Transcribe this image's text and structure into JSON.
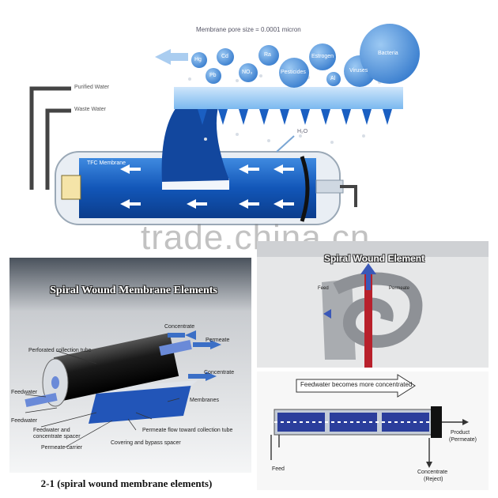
{
  "top": {
    "pore_size": "Membrane pore size = 0.0001 micron",
    "purified_water": "Purified Water",
    "waste_water": "Waste Water",
    "tfc_membrane": "TFC Membrane",
    "h2o": "H₂O",
    "contaminants": [
      "Hg",
      "Cd",
      "Ra",
      "Pb",
      "NO₃",
      "Pesticides",
      "Estrogen",
      "Al",
      "Viruses",
      "Bacteria"
    ]
  },
  "watermark": "trade.china.cn",
  "panel1": {
    "title": "Spiral Wound Membrane Elements",
    "labels": {
      "concentrate_top": "Concentrate",
      "permeate": "Permeate",
      "perforated": "Perforated collection tube",
      "concentrate_right": "Concentrate",
      "feedwater": "Feedwater",
      "feedwater2": "Feedwater",
      "membranes": "Membranes",
      "feed_spacer": "Feedwater and\nconcentrate spacer",
      "permeate_flow": "Permeate flow toward collection tube",
      "covering": "Covering and bypass spacer",
      "permeate_carrier": "Permeate carrier"
    },
    "caption": "2-1 (spiral wound membrane elements)"
  },
  "panel2": {
    "title": "Spiral Wound Element",
    "feed": "Feed",
    "permeate": "Permeate"
  },
  "panel3": {
    "banner": "Feedwater becomes more concentrated",
    "product": "Product",
    "permeate": "(Permeate)",
    "feed": "Feed",
    "concentrate": "Concentrate",
    "reject": "(Reject)"
  },
  "colors": {
    "blue_dark": "#0b3d8c",
    "blue_mid": "#1e66c9",
    "blue_light": "#5ea9e8",
    "bubble": "#4a8fd6"
  }
}
